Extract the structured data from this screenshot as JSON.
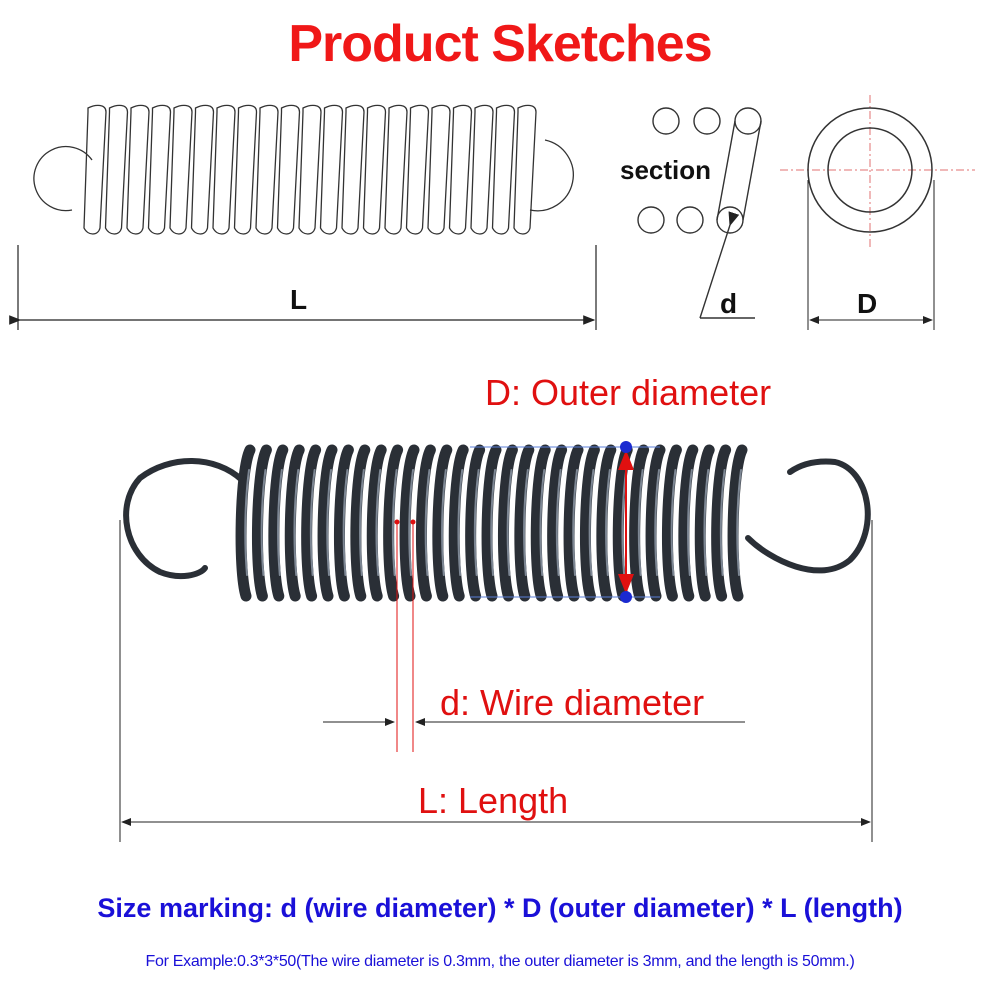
{
  "title": "Product Sketches",
  "sketch": {
    "section_label": "section",
    "L_label": "L",
    "d_label": "d",
    "D_label": "D"
  },
  "photo": {
    "outer_label": "D: Outer diameter",
    "wire_label": "d: Wire diameter",
    "length_label": "L: Length"
  },
  "marking": "Size marking: d (wire diameter) * D (outer diameter) * L (length)",
  "example": "For Example:0.3*3*50(The wire diameter is 0.3mm, the outer diameter is 3mm, and the length is 50mm.)",
  "colors": {
    "title": "#f01818",
    "label_red": "#e01010",
    "text_blue": "#1a10d8",
    "marker_blue": "#1a2ad0"
  }
}
